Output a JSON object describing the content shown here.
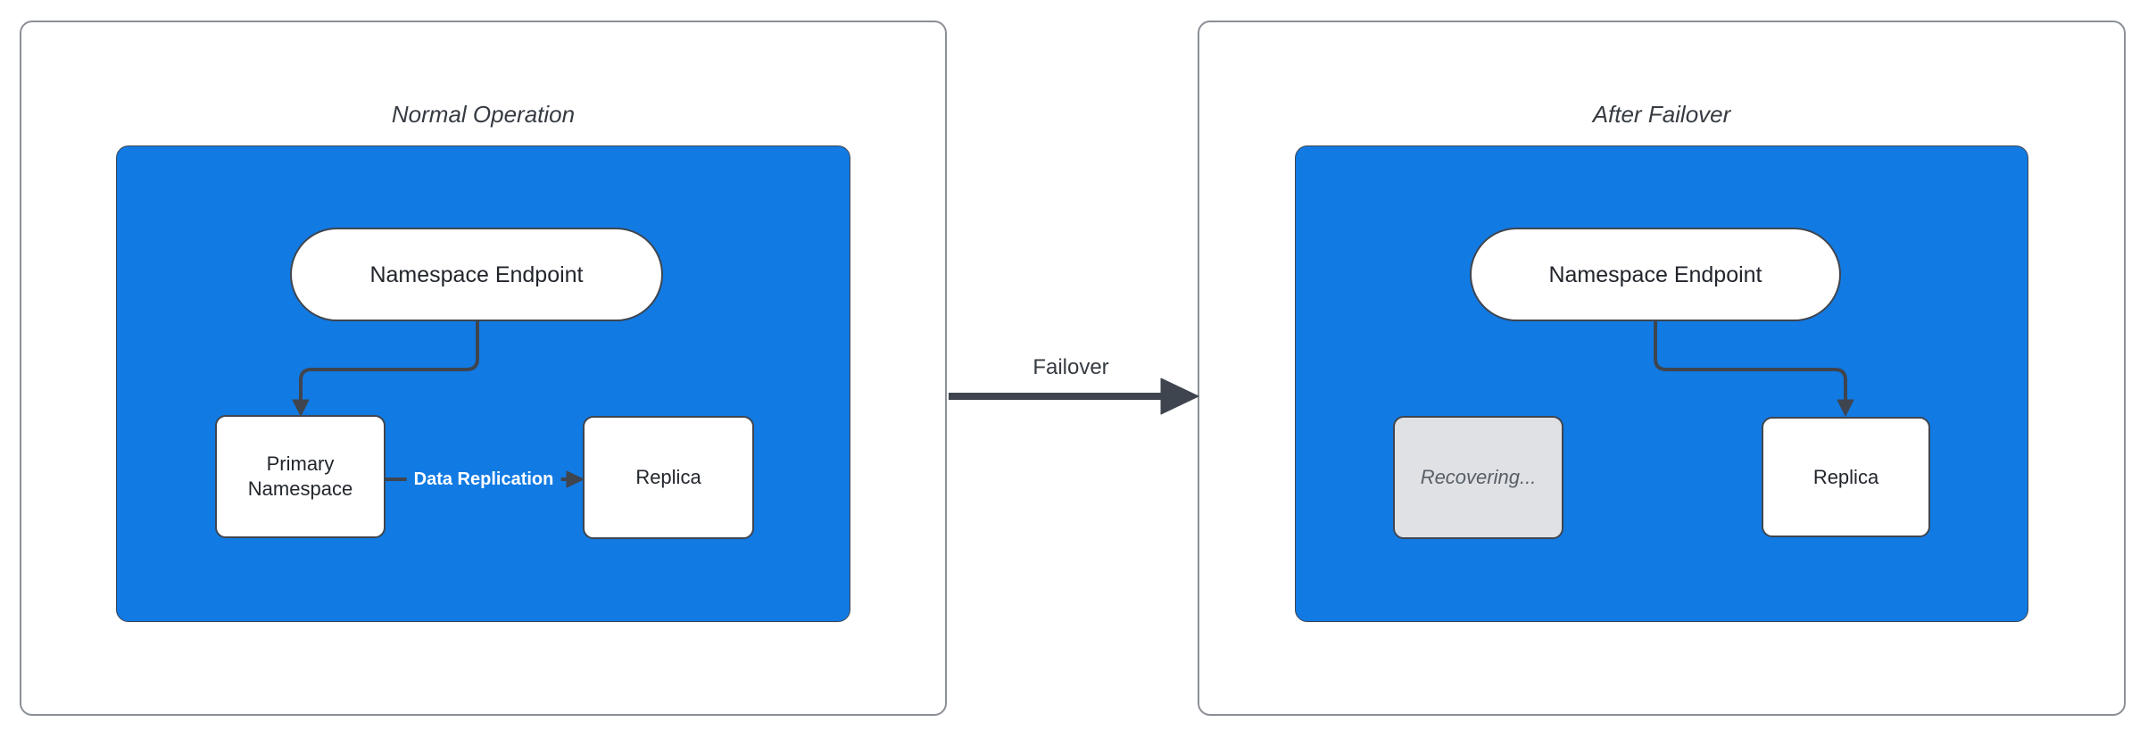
{
  "colors": {
    "container_blue": "#127AE3",
    "node_fill": "#FFFFFF",
    "node_border": "#3F454E",
    "edge": "#3F454E",
    "panel_border": "#8B8F96",
    "recovering_fill": "#DFE1E5",
    "recovering_text": "#585E66",
    "title_text": "#363B42",
    "node_text": "#22262C",
    "edge_label_text": "#FFFFFF",
    "background": "#FFFFFF"
  },
  "panels": {
    "left": {
      "title": "Normal Operation",
      "nodes": {
        "endpoint": "Namespace Endpoint",
        "primary": "Primary Namespace",
        "replica": "Replica"
      },
      "edge_label": "Data Replication"
    },
    "right": {
      "title": "After Failover",
      "nodes": {
        "endpoint": "Namespace Endpoint",
        "recovering": "Recovering...",
        "replica": "Replica"
      }
    }
  },
  "failover": {
    "label": "Failover"
  }
}
